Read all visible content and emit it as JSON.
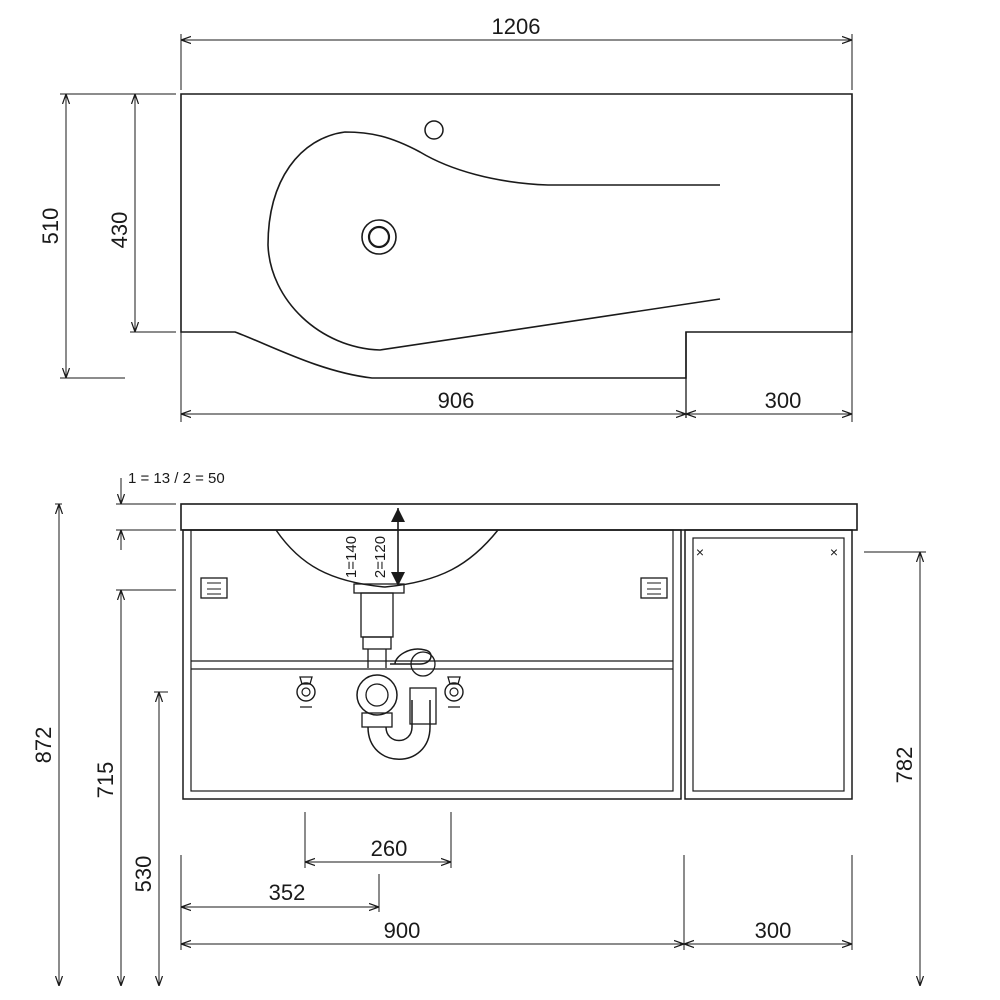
{
  "top_view": {
    "dims": {
      "overall_width": "1206",
      "overall_depth": "510",
      "basin_depth": "430",
      "basin_width": "906",
      "shelf_width": "300"
    }
  },
  "front_view": {
    "note": "1 = 13 / 2 = 50",
    "vertical_labels": {
      "label_1": "1=140",
      "label_2": "2=120"
    },
    "dims": {
      "total_height": "872",
      "height_715": "715",
      "height_530": "530",
      "height_782": "782",
      "drain_width": "260",
      "drain_offset": "352",
      "cabinet_width": "900",
      "side_width": "300"
    }
  },
  "colors": {
    "line": "#1a1a1a",
    "background": "#ffffff"
  }
}
